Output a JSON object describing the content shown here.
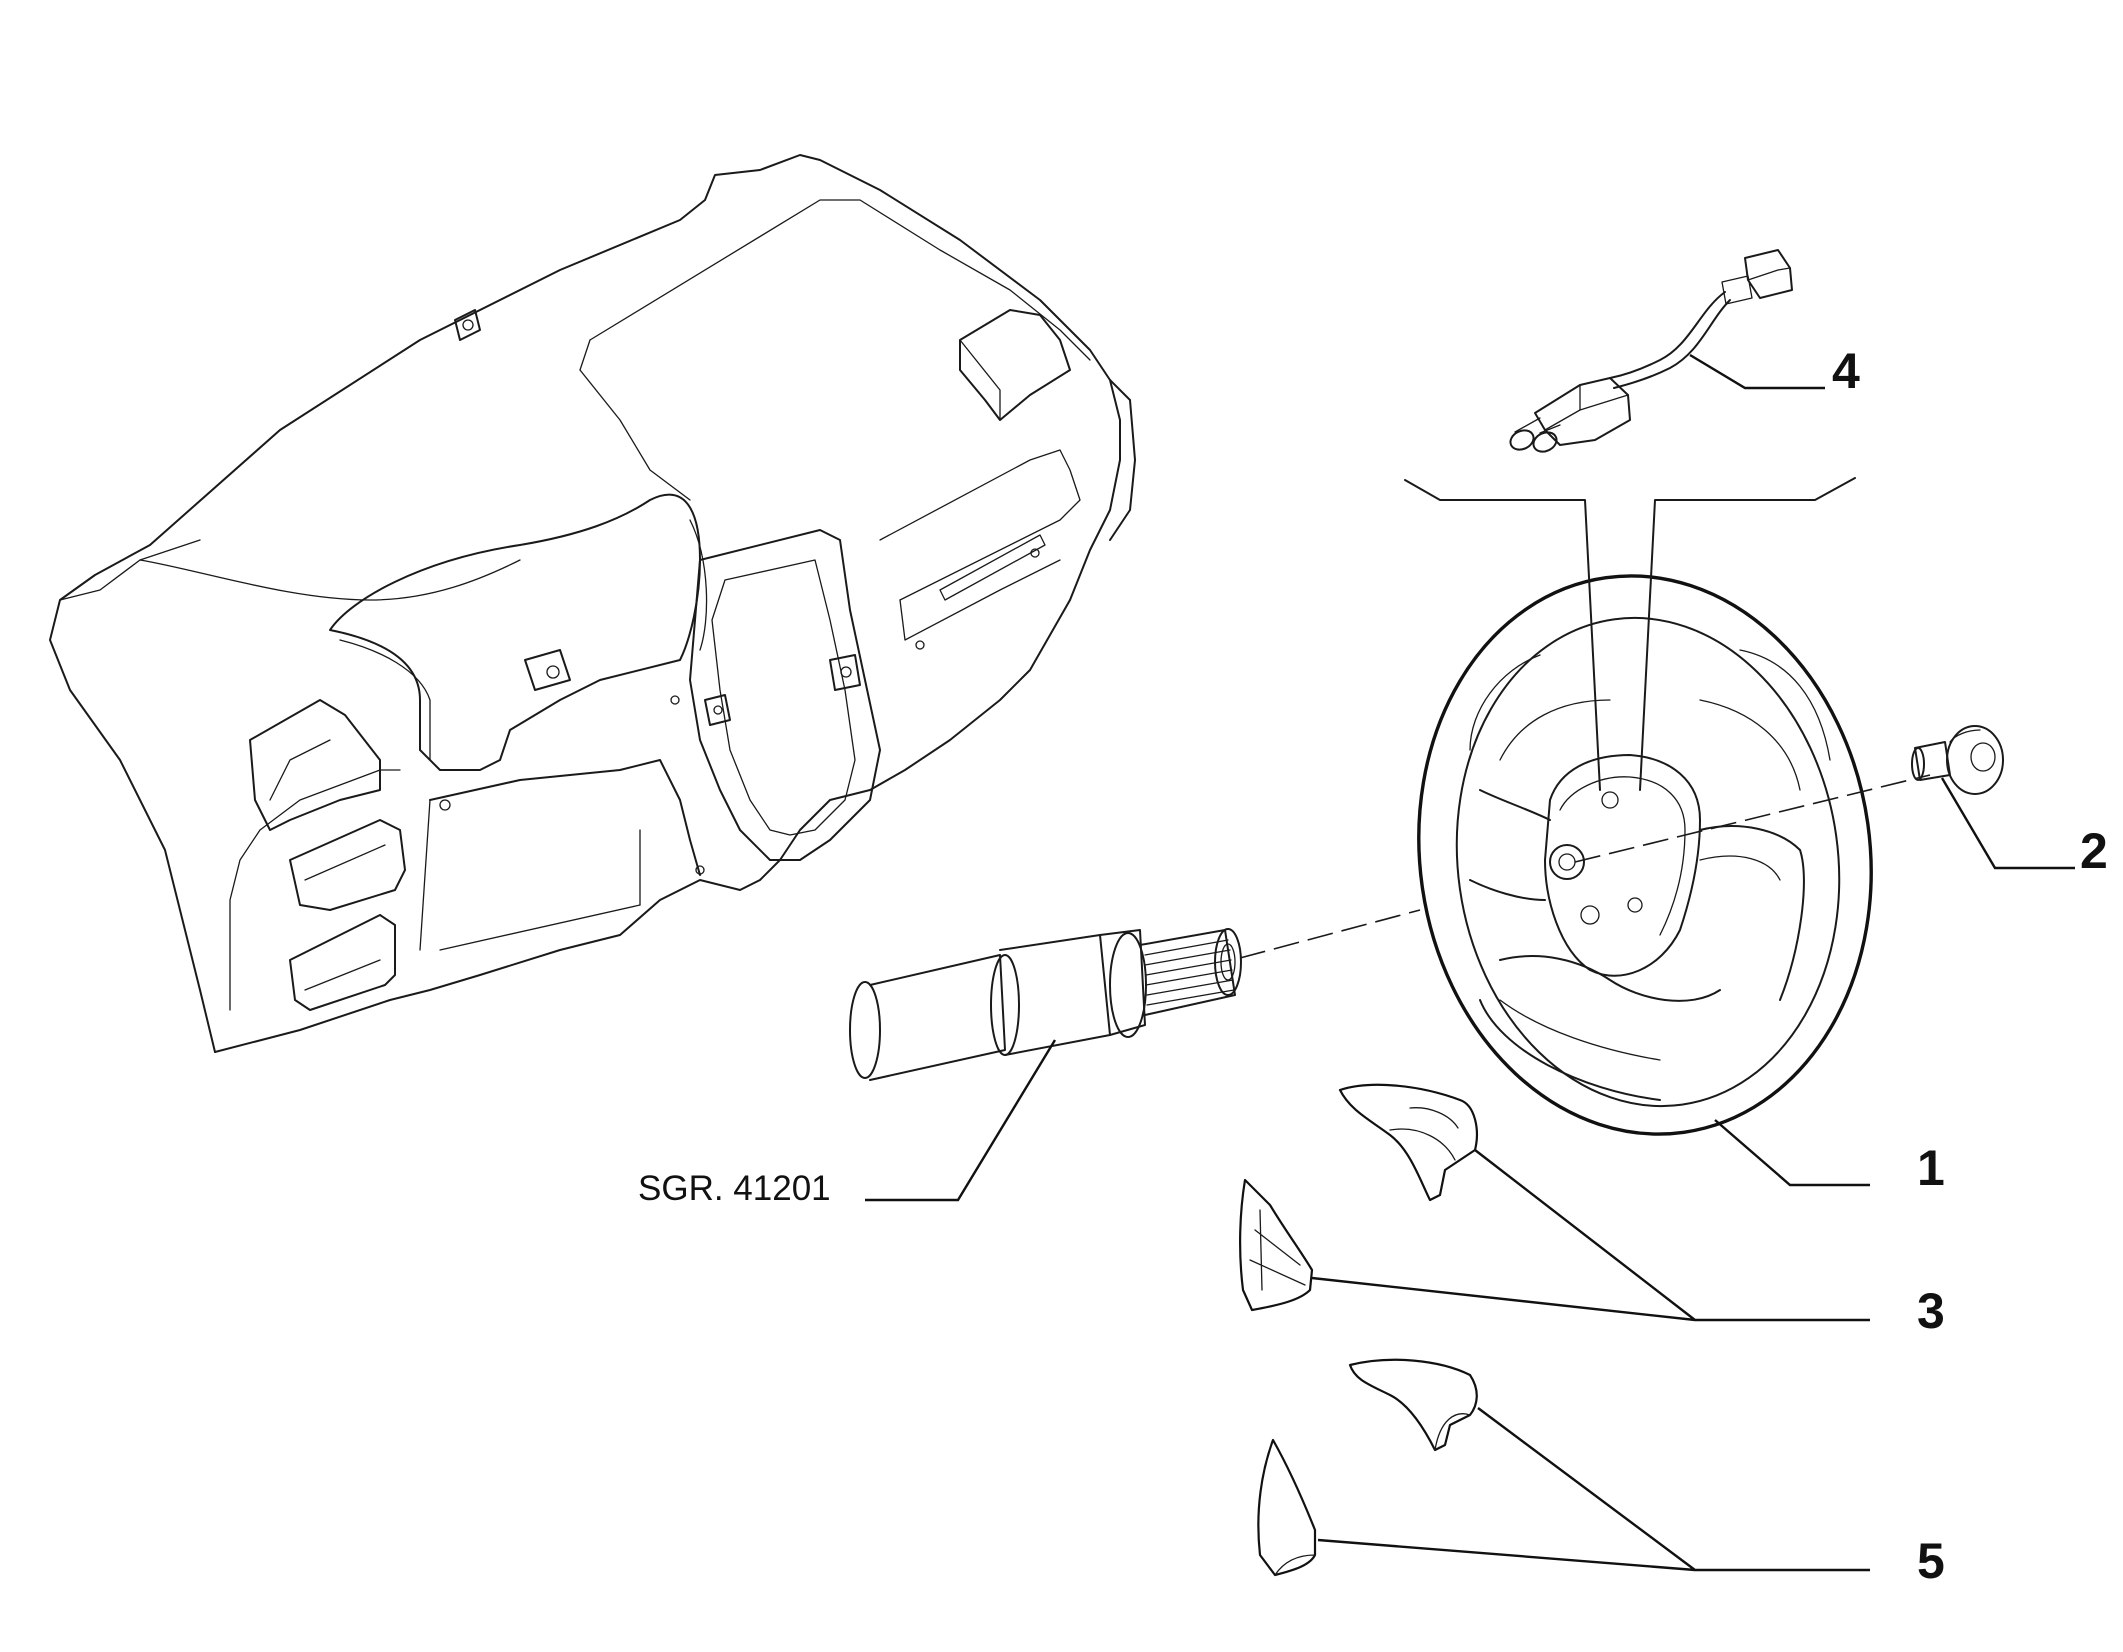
{
  "callouts": [
    {
      "id": "1",
      "label": "1"
    },
    {
      "id": "2",
      "label": "2"
    },
    {
      "id": "3",
      "label": "3"
    },
    {
      "id": "4",
      "label": "4"
    },
    {
      "id": "5",
      "label": "5"
    }
  ],
  "reference": {
    "label": "SGR. 41201"
  }
}
